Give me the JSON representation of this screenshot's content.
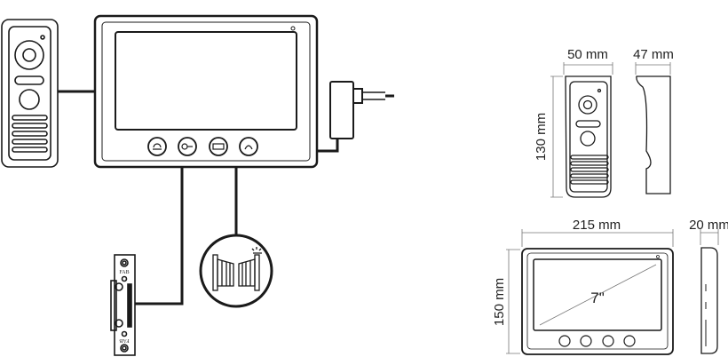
{
  "dimensions": {
    "door_station_width": "50 mm",
    "door_station_depth": "47 mm",
    "door_station_height": "130 mm",
    "monitor_width": "215 mm",
    "monitor_depth": "20 mm",
    "monitor_height": "150 mm",
    "screen_diagonal": "7\""
  },
  "strike_logo": "FAB",
  "colors": {
    "line": "#1a1a1a",
    "fill": "#ffffff",
    "dimension": "#777777"
  }
}
